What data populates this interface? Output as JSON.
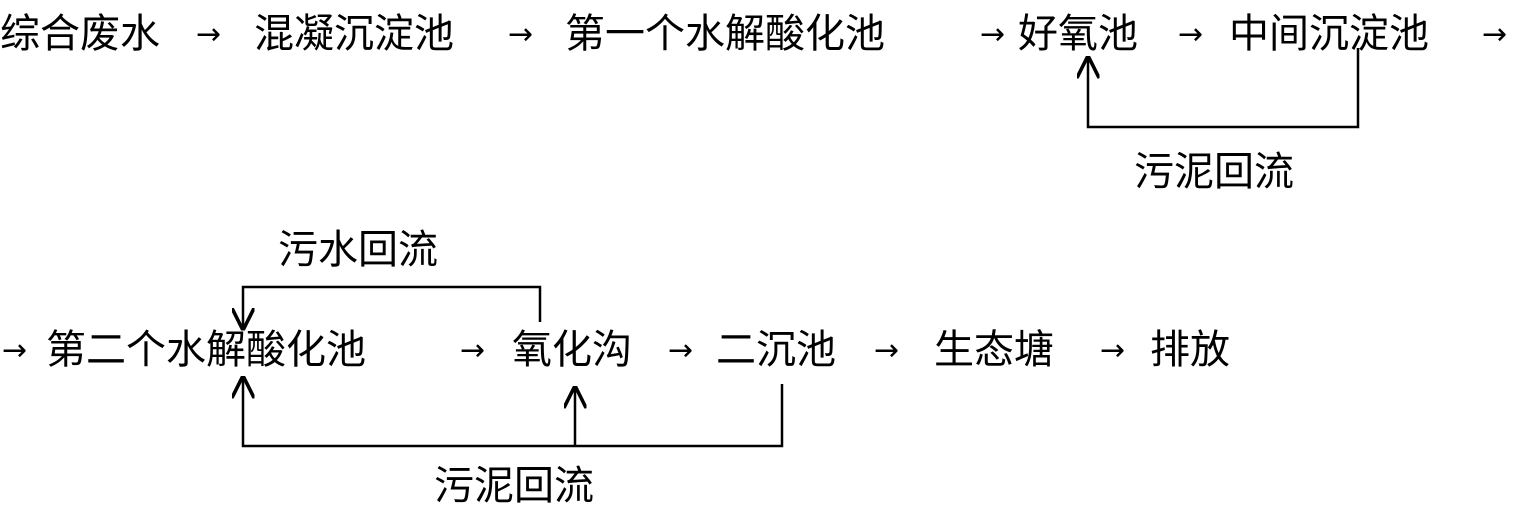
{
  "row1": {
    "nodes": [
      "综合废水",
      "混凝沉淀池",
      "第一个水解酸化池",
      "好氧池",
      "中间沉淀池"
    ],
    "arrow": "→"
  },
  "row2": {
    "nodes": [
      "第二个水解酸化池",
      "氧化沟",
      "二沉池",
      "生态塘",
      "排放"
    ],
    "arrow": "→"
  },
  "loops": {
    "sludge_return_1": "污泥回流",
    "sewage_return": "污水回流",
    "sludge_return_2": "污泥回流"
  }
}
